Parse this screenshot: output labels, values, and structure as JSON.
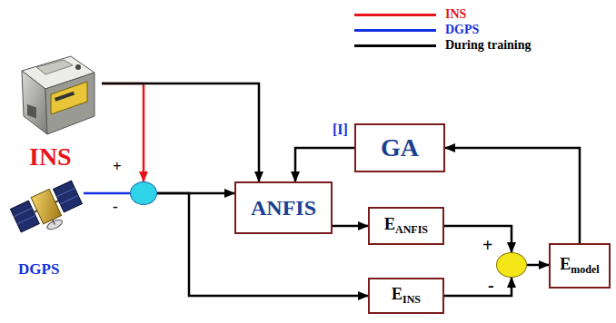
{
  "diagram": {
    "nodes": [
      {
        "text": [
          "INS"
        ]
      },
      {
        "text": [
          "DGPS"
        ]
      },
      {
        "text": [
          "+",
          "-"
        ]
      },
      {
        "text": [
          "GA"
        ]
      },
      {
        "text": [
          "ANFIS"
        ]
      },
      {
        "text": [
          "E",
          "ANFIS"
        ]
      },
      {
        "text": [
          "E",
          "INS"
        ]
      },
      {
        "text": [
          "+",
          "-"
        ]
      },
      {
        "text": [
          "E",
          "model"
        ]
      }
    ],
    "edges": [
      {
        "from": 0,
        "to": 2,
        "arrow": "to"
      },
      {
        "from": 0,
        "to": 4,
        "arrow": "to"
      },
      {
        "from": 1,
        "to": 2,
        "arrow": "none"
      },
      {
        "from": 2,
        "to": 4,
        "arrow": "to"
      },
      {
        "from": 2,
        "to": 6,
        "arrow": "to"
      },
      {
        "from": 4,
        "to": 5,
        "arrow": "to"
      },
      {
        "from": 5,
        "to": 7,
        "arrow": "to"
      },
      {
        "from": 6,
        "to": 7,
        "arrow": "to"
      },
      {
        "from": 7,
        "to": 8,
        "arrow": "to"
      },
      {
        "from": 8,
        "to": 3,
        "arrow": "to"
      },
      {
        "from": 3,
        "to": 4,
        "arrow": "to",
        "label": "[I]"
      }
    ],
    "legend": [
      {
        "text": "INS"
      },
      {
        "text": "DGPS"
      },
      {
        "text": "During training"
      }
    ]
  }
}
